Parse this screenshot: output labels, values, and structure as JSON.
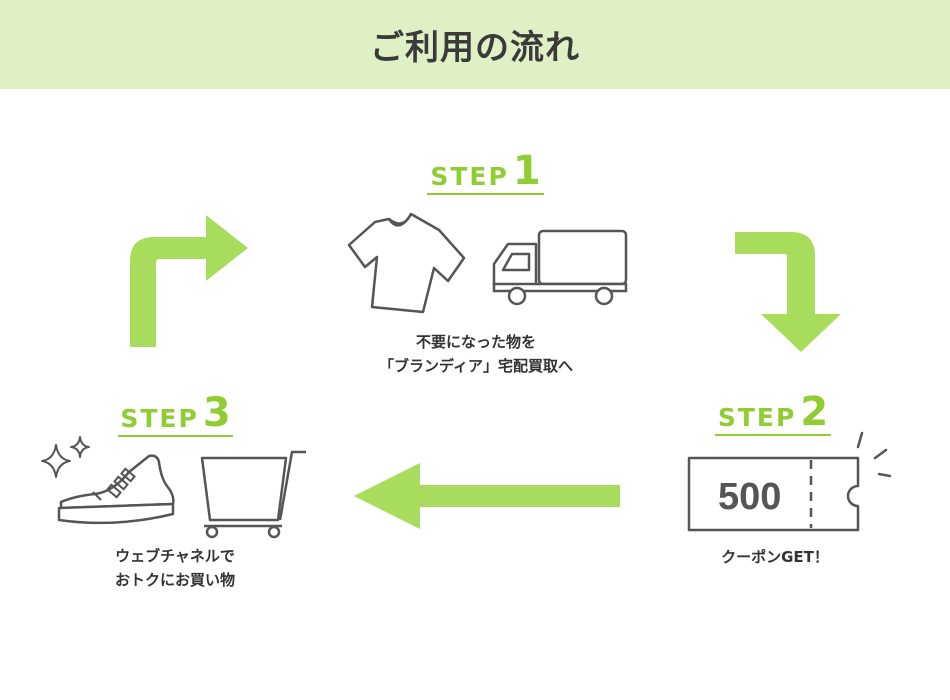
{
  "header": {
    "title": "ご利用の流れ"
  },
  "steps": [
    {
      "word": "STEP",
      "number": "1",
      "lines": [
        "不要になった物を",
        "「ブランディア」宅配買取へ"
      ]
    },
    {
      "word": "STEP",
      "number": "2",
      "lines": [
        "クーポンGET！"
      ],
      "coupon_value": "500"
    },
    {
      "word": "STEP",
      "number": "3",
      "lines": [
        "ウェブチャネルで",
        "おトクにお買い物"
      ]
    }
  ],
  "colors": {
    "accent": "#8fcd33",
    "arrow": "#a8dc5c",
    "header_bg": "#dff0c4",
    "icon_stroke": "#555555"
  }
}
